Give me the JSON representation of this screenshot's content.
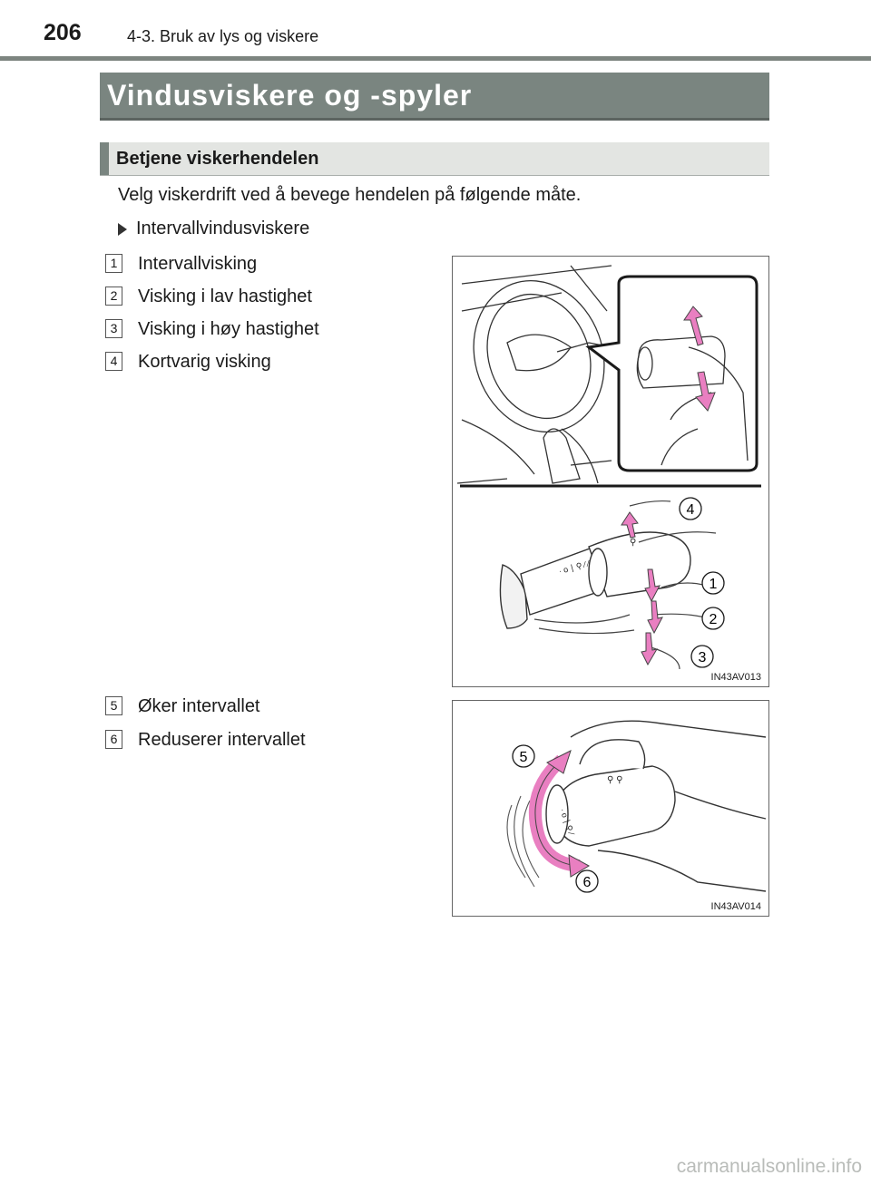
{
  "header": {
    "page_number": "206",
    "section_path": "4-3. Bruk av lys og viskere"
  },
  "title": "Vindusviskere og -spyler",
  "subsection": {
    "title": "Betjene viskerhendelen",
    "intro": "Velg viskerdrift ved å bevege hendelen på følgende måte.",
    "bullet": "Intervallvindusviskere"
  },
  "steps_a": [
    {
      "num": "1",
      "label": "Intervallvisking"
    },
    {
      "num": "2",
      "label": "Visking i lav hastighet"
    },
    {
      "num": "3",
      "label": "Visking i høy hastighet"
    },
    {
      "num": "4",
      "label": "Kortvarig visking"
    }
  ],
  "steps_b": [
    {
      "num": "5",
      "label": "Øker intervallet"
    },
    {
      "num": "6",
      "label": "Reduserer intervallet"
    }
  ],
  "figures": {
    "fig1": {
      "code": "IN43AV013",
      "callouts": [
        "4",
        "1",
        "2",
        "3"
      ]
    },
    "fig2": {
      "code": "IN43AV014",
      "callouts": [
        "5",
        "6"
      ]
    }
  },
  "watermark": "carmanualsonline.info",
  "colors": {
    "title_bar": "#7a8580",
    "subsection_bar": "#e3e5e2",
    "arrow_pink": "#e97fc1"
  }
}
